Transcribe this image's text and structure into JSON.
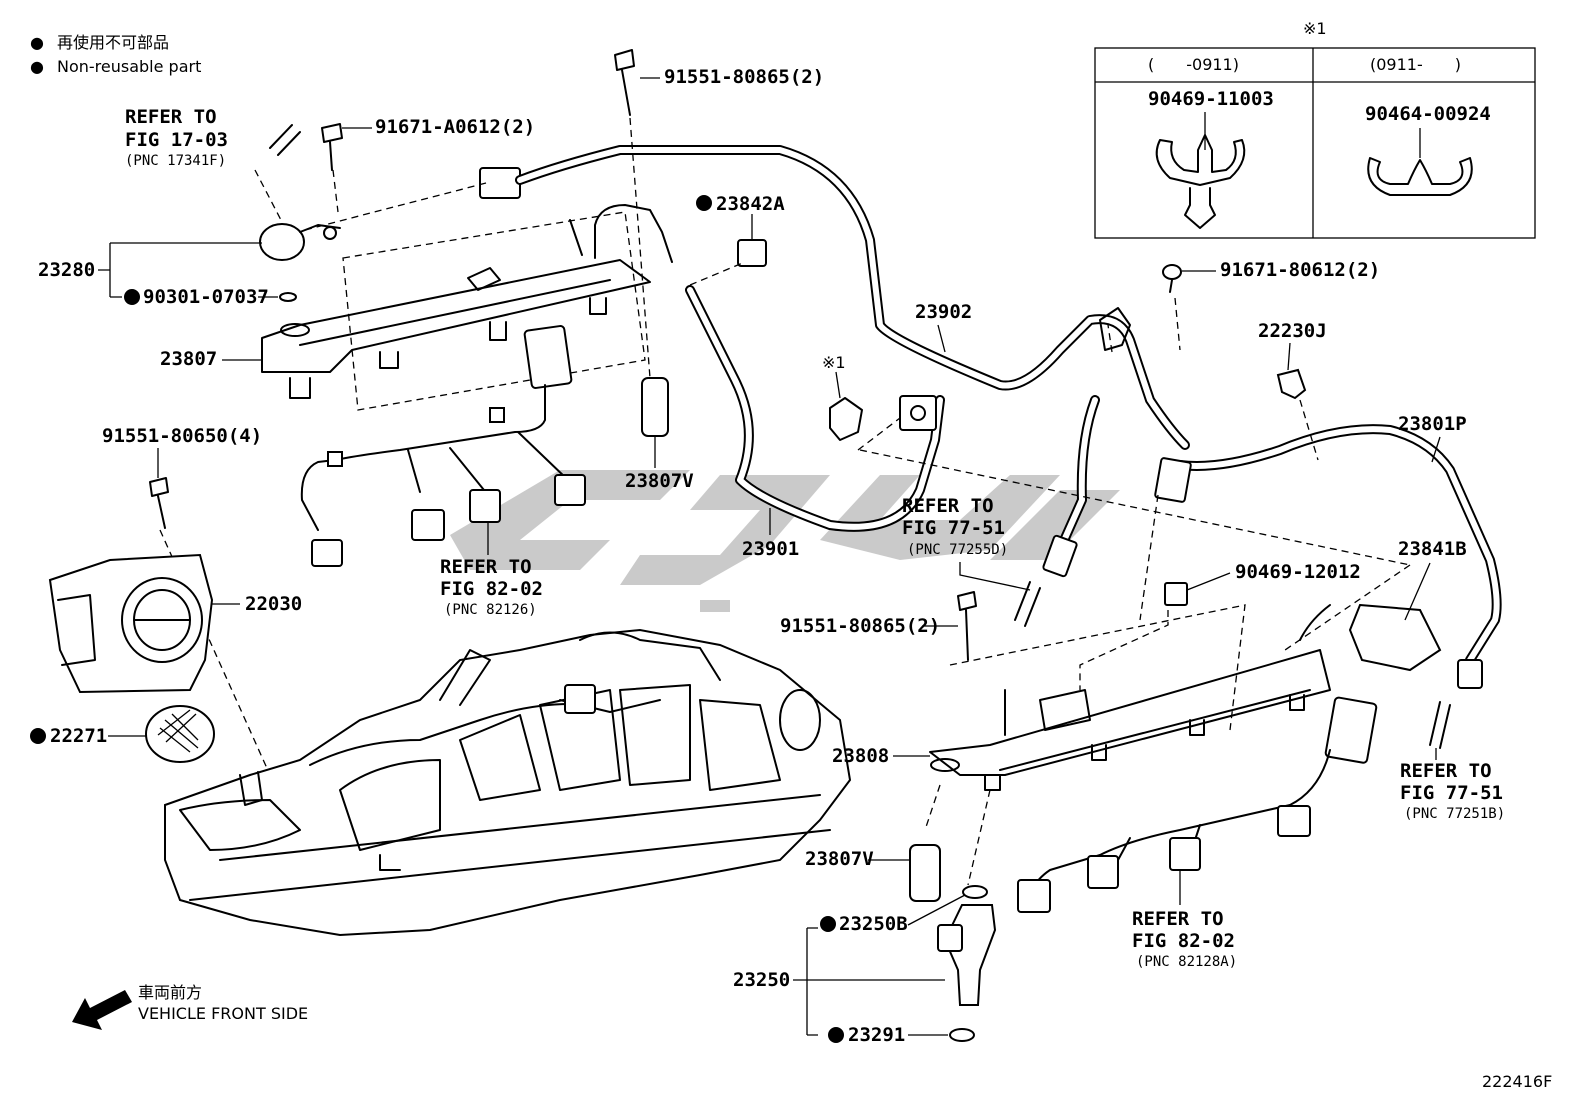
{
  "legend": {
    "marker": "●",
    "jp": "再使用不可部品",
    "en": "Non-reusable part"
  },
  "inset": {
    "note": "※1",
    "col1_range": "(　　-0911)",
    "col2_range": "(0911-　　)",
    "col1_part": "90469-11003",
    "col2_part": "90464-00924"
  },
  "parts": {
    "p91551_80865_top": "91551-80865(2)",
    "p91671_A0612": "91671-A0612(2)",
    "p23842A": "23842A",
    "p23280": "23280",
    "p90301_07037": "90301-07037",
    "p23807": "23807",
    "p23902": "23902",
    "p91671_80612": "91671-80612(2)",
    "p22230J": "22230J",
    "note_x1": "※1",
    "p91551_80650": "91551-80650(4)",
    "p23807V_top": "23807V",
    "p23801P": "23801P",
    "p23901": "23901",
    "p23841B": "23841B",
    "p90469_12012": "90469-12012",
    "p22030": "22030",
    "p91551_80865_mid": "91551-80865(2)",
    "p22271": "22271",
    "p23808": "23808",
    "p23807V_bot": "23807V",
    "p23250B": "23250B",
    "p23250": "23250",
    "p23291": "23291"
  },
  "refs": {
    "r1703": {
      "l1": "REFER TO",
      "l2": "FIG 17-03",
      "l3": "(PNC 17341F)"
    },
    "r7751a": {
      "l1": "REFER TO",
      "l2": "FIG 77-51",
      "l3": "(PNC 77255D)"
    },
    "r8202a": {
      "l1": "REFER TO",
      "l2": "FIG 82-02",
      "l3": "(PNC 82126)"
    },
    "r7751b": {
      "l1": "REFER TO",
      "l2": "FIG 77-51",
      "l3": "(PNC 77251B)"
    },
    "r8202b": {
      "l1": "REFER TO",
      "l2": "FIG 82-02",
      "l3": "(PNC 82128A)"
    }
  },
  "front": {
    "jp": "車両前方",
    "en": "VEHICLE FRONT SIDE"
  },
  "figure_id": "222416F"
}
